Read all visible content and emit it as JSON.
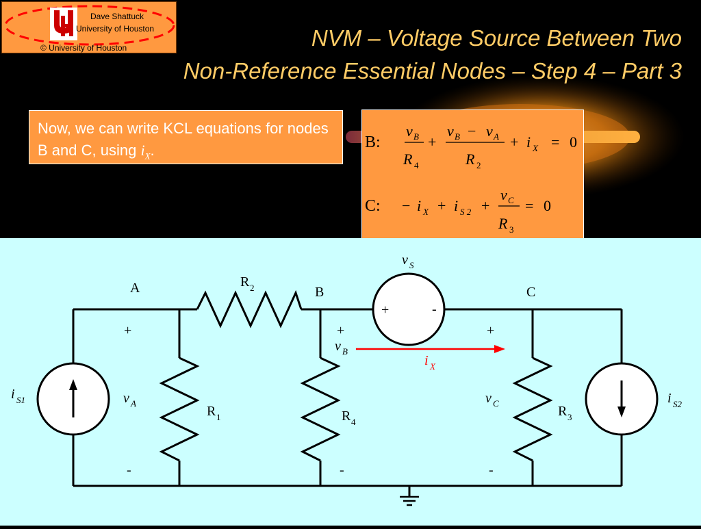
{
  "logo": {
    "author": "Dave Shattuck",
    "university": "University of Houston",
    "copyright": "© University of Houston",
    "mark": "UH"
  },
  "title": {
    "line1": "NVM – Voltage Source Between Two",
    "line2": "Non-Reference Essential Nodes – Step 4 – Part 3"
  },
  "note": {
    "text": "Now, we can write KCL equations for nodes B and C, using ",
    "var": "i",
    "sub": "X",
    "end": "."
  },
  "equations": {
    "b": {
      "label": "B:",
      "t1_num": "v",
      "t1_num_sub": "B",
      "t1_den": "R",
      "t1_den_sub": "4",
      "plus1": "+",
      "t2_num_a": "v",
      "t2_num_a_sub": "B",
      "minus": "−",
      "t2_num_b": "v",
      "t2_num_b_sub": "A",
      "t2_den": "R",
      "t2_den_sub": "2",
      "plus2": "+",
      "t3": "i",
      "t3_sub": "X",
      "eq": "=",
      "rhs": "0"
    },
    "c": {
      "label": "C:",
      "minus": "−",
      "t1": "i",
      "t1_sub": "X",
      "plus1": "+",
      "t2": "i",
      "t2_sub": "S 2",
      "plus2": "+",
      "t3_num": "v",
      "t3_num_sub": "C",
      "t3_den": "R",
      "t3_den_sub": "3",
      "eq": "=",
      "rhs": "0"
    }
  },
  "circuit": {
    "node_a": "A",
    "node_b": "B",
    "node_c": "C",
    "r1": "R",
    "r1_sub": "1",
    "r2": "R",
    "r2_sub": "2",
    "r3": "R",
    "r3_sub": "3",
    "r4": "R",
    "r4_sub": "4",
    "vs": "v",
    "vs_sub": "S",
    "vs_plus": "+",
    "vs_minus": "-",
    "is1": "i",
    "is1_sub": "S1",
    "is2": "i",
    "is2_sub": "S2",
    "va": "v",
    "va_sub": "A",
    "vb": "v",
    "vb_sub": "B",
    "vc": "v",
    "vc_sub": "C",
    "ix": "i",
    "ix_sub": "X",
    "plus": "+",
    "minus": "-"
  },
  "colors": {
    "orange": "#ff9940",
    "title": "#ffcc66",
    "circuit_bg": "#ccffff",
    "arrow": "#ff0000"
  }
}
